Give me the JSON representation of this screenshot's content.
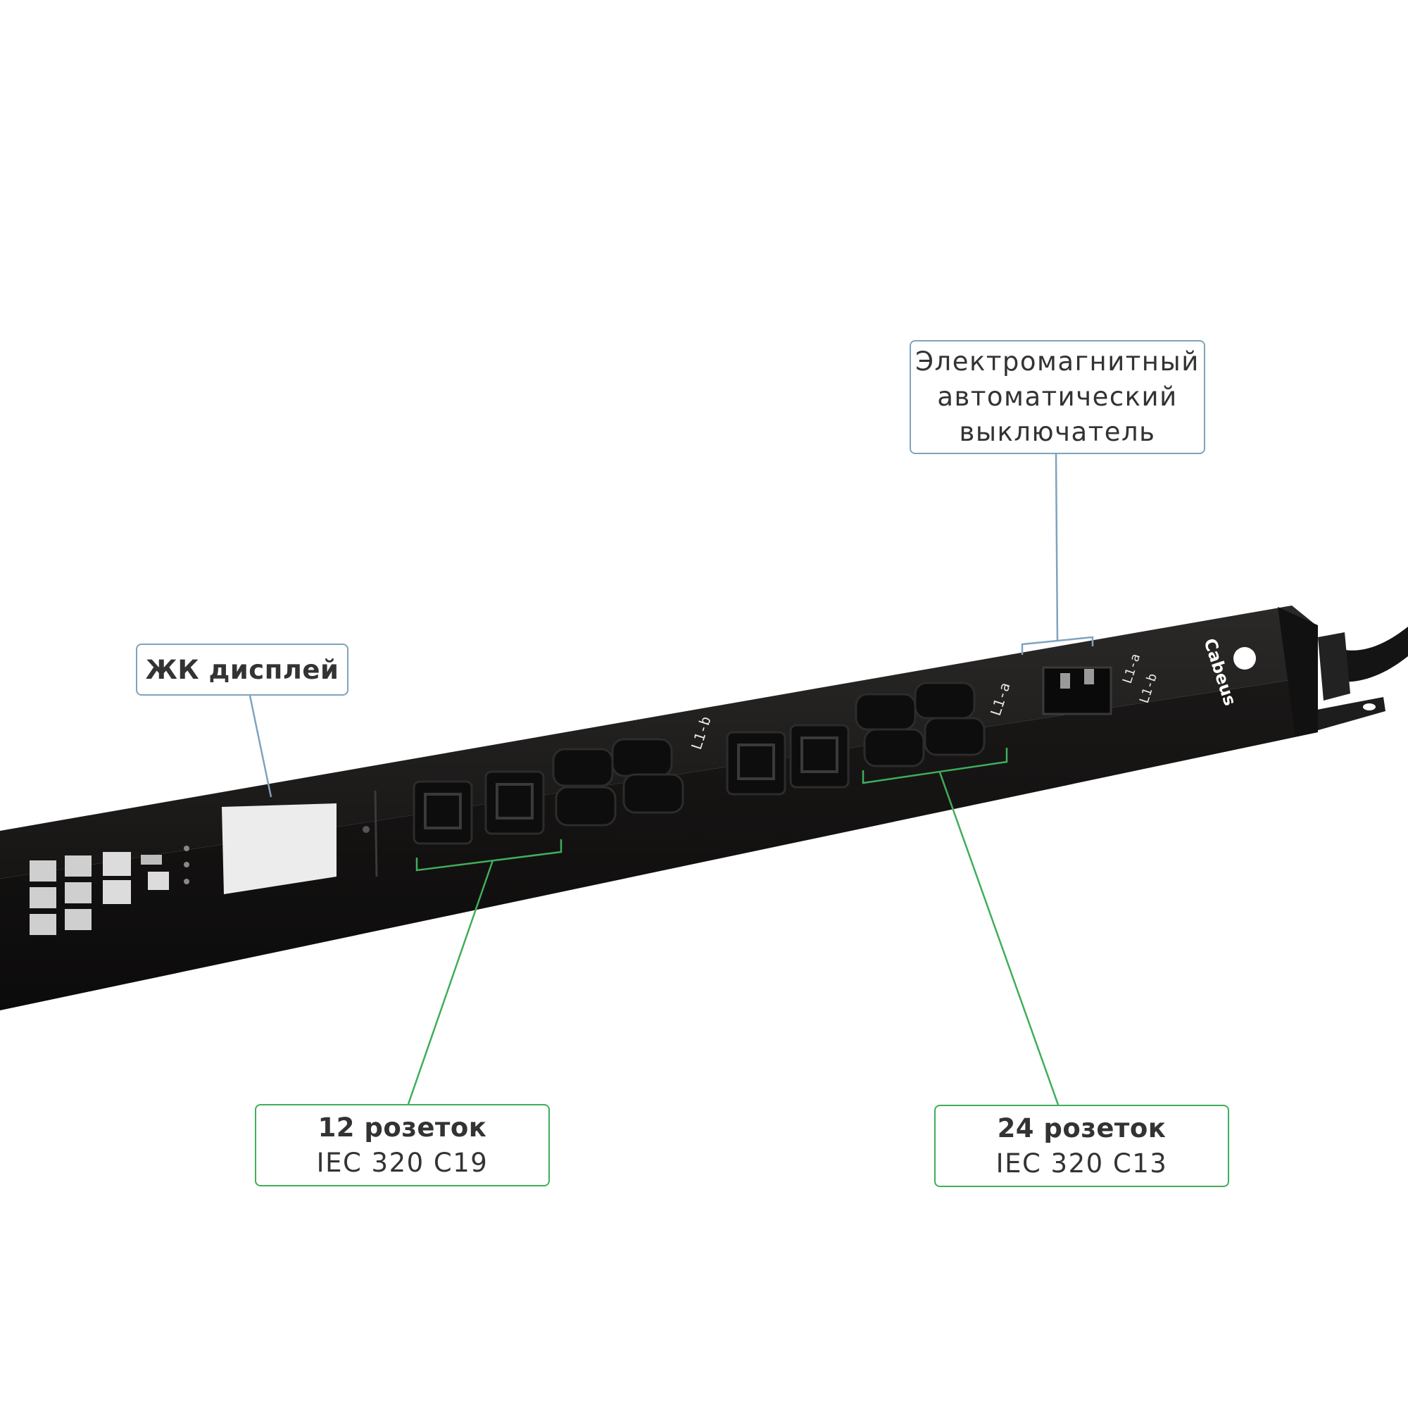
{
  "callouts": {
    "breaker": {
      "line1": "Электромагнитный",
      "line2": "автоматический",
      "line3": "выключатель"
    },
    "lcd": {
      "label": "ЖК дисплей"
    },
    "c19": {
      "title": "12 розеток",
      "subtitle": "IEC 320 C19"
    },
    "c13": {
      "title": "24 розеток",
      "subtitle": "IEC 320 C13"
    }
  },
  "device": {
    "brand": "Cabeus",
    "group_label_a": "L1-a",
    "group_label_b": "L1-b",
    "breaker_label_a": "L1-a",
    "breaker_label_b": "L1-b"
  },
  "colors": {
    "pdu_body": "#1c1b1a",
    "breaker_callout": "#7fa3bd",
    "outlet_callout": "#3fae5a"
  }
}
